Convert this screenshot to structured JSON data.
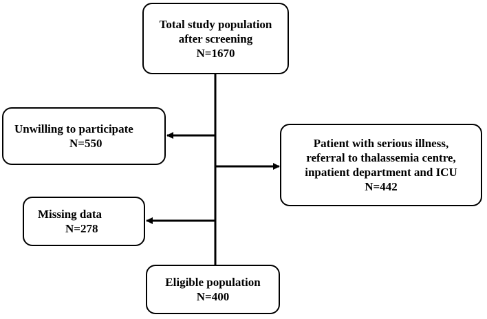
{
  "flowchart": {
    "total": {
      "line1": "Total study population",
      "line2": "after screening",
      "n": "N=1670"
    },
    "unwilling": {
      "line1": "Unwilling to participate",
      "n": "N=550"
    },
    "illness": {
      "line1": "Patient with serious illness,",
      "line2": "referral to thalassemia centre,",
      "line3": "inpatient department and ICU",
      "n": "N=442"
    },
    "missing": {
      "line1": "Missing data",
      "n": "N=278"
    },
    "eligible": {
      "line1": "Eligible population",
      "n": "N=400"
    }
  }
}
